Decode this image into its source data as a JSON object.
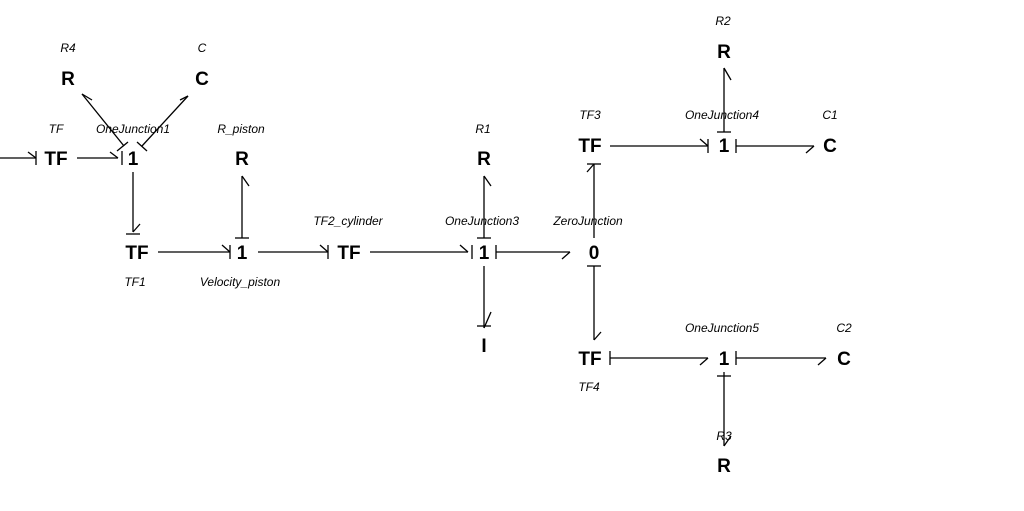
{
  "elements": {
    "r4": {
      "symbol": "R",
      "label": "R4"
    },
    "c": {
      "symbol": "C",
      "label": "C"
    },
    "tf": {
      "symbol": "TF",
      "label": "TF"
    },
    "onejunction1": {
      "symbol": "1",
      "label": "OneJunction1"
    },
    "r_piston": {
      "symbol": "R",
      "label": "R_piston"
    },
    "tf1": {
      "symbol": "TF",
      "label": "TF1"
    },
    "velocity_piston": {
      "symbol": "1",
      "label": "Velocity_piston"
    },
    "tf2_cylinder": {
      "symbol": "TF",
      "label": "TF2_cylinder"
    },
    "r1": {
      "symbol": "R",
      "label": "R1"
    },
    "onejunction3": {
      "symbol": "1",
      "label": "OneJunction3"
    },
    "i": {
      "symbol": "I",
      "label": ""
    },
    "zerojunction": {
      "symbol": "0",
      "label": "ZeroJunction"
    },
    "tf3": {
      "symbol": "TF",
      "label": "TF3"
    },
    "onejunction4": {
      "symbol": "1",
      "label": "OneJunction4"
    },
    "r2": {
      "symbol": "R",
      "label": "R2"
    },
    "c1": {
      "symbol": "C",
      "label": "C1"
    },
    "tf4": {
      "symbol": "TF",
      "label": "TF4"
    },
    "onejunction5": {
      "symbol": "1",
      "label": "OneJunction5"
    },
    "c2": {
      "symbol": "C",
      "label": "C2"
    },
    "r3": {
      "symbol": "R",
      "label": "R3"
    }
  }
}
